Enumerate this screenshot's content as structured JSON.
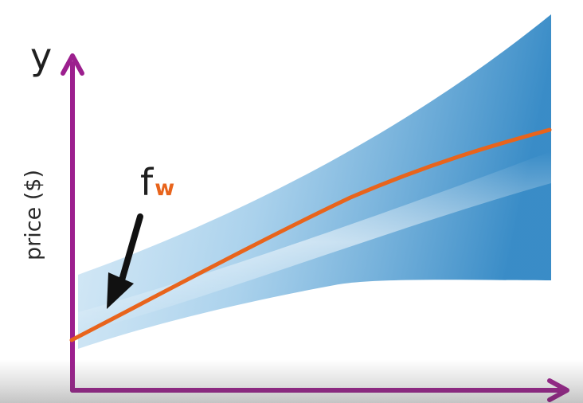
{
  "diagram": {
    "y_axis_letter": "y",
    "y_axis_title": "price ($)",
    "function_label": "f",
    "function_subscript": "w",
    "colors": {
      "axis": "#9c1f8e",
      "curve": "#e8641c",
      "band_dark": "#3a8fc8",
      "band_light": "#eaf4fb",
      "arrow": "#111111"
    }
  }
}
